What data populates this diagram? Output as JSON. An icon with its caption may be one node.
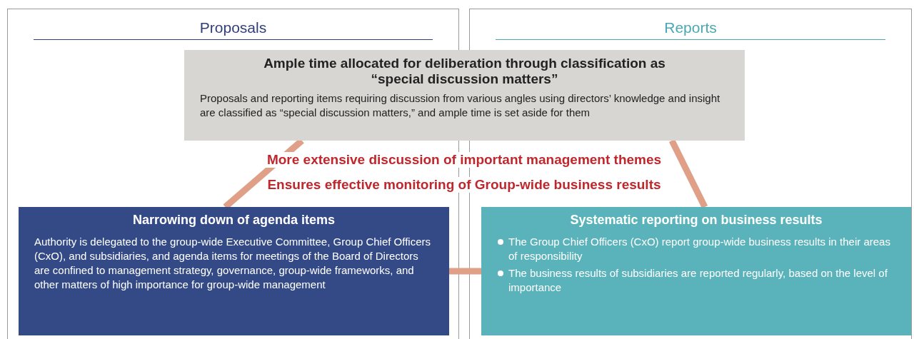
{
  "diagram": {
    "nodes": [
      {
        "text": [
          "Proposals"
        ]
      },
      {
        "text": [
          "Reports"
        ]
      },
      {
        "text": [
          "Ample time allocated for deliberation through classification as “special discussion matters”",
          "Proposals and reporting items requiring discussion from various angles using directors’ knowledge and insight are classified as “special discussion matters,” and ample time is set aside for them"
        ]
      },
      {
        "text": [
          "Narrowing down of agenda items",
          "Authority is delegated to the group-wide Executive Committee, Group Chief Officers (CxO), and subsidiaries, and agenda items for meetings of the Board of Directors are confined to management strategy, governance, group-wide frameworks, and other matters of high importance for group-wide management"
        ],
        "in": 0
      },
      {
        "text": [
          "Systematic reporting on business results",
          "The Group Chief Officers (CxO) report group-wide business results in their areas of responsibility",
          "The business results of subsidiaries are reported regularly, based on the level of importance"
        ],
        "in": 1
      }
    ],
    "edges": [
      {
        "from": 2,
        "to": 3,
        "arrow": "none"
      },
      {
        "from": 2,
        "to": 4,
        "arrow": "none"
      },
      {
        "from": 3,
        "to": 4,
        "arrow": "none"
      }
    ],
    "labels": [
      "More extensive discussion of important management themes",
      "Ensures effective monitoring of Group-wide business results"
    ]
  }
}
